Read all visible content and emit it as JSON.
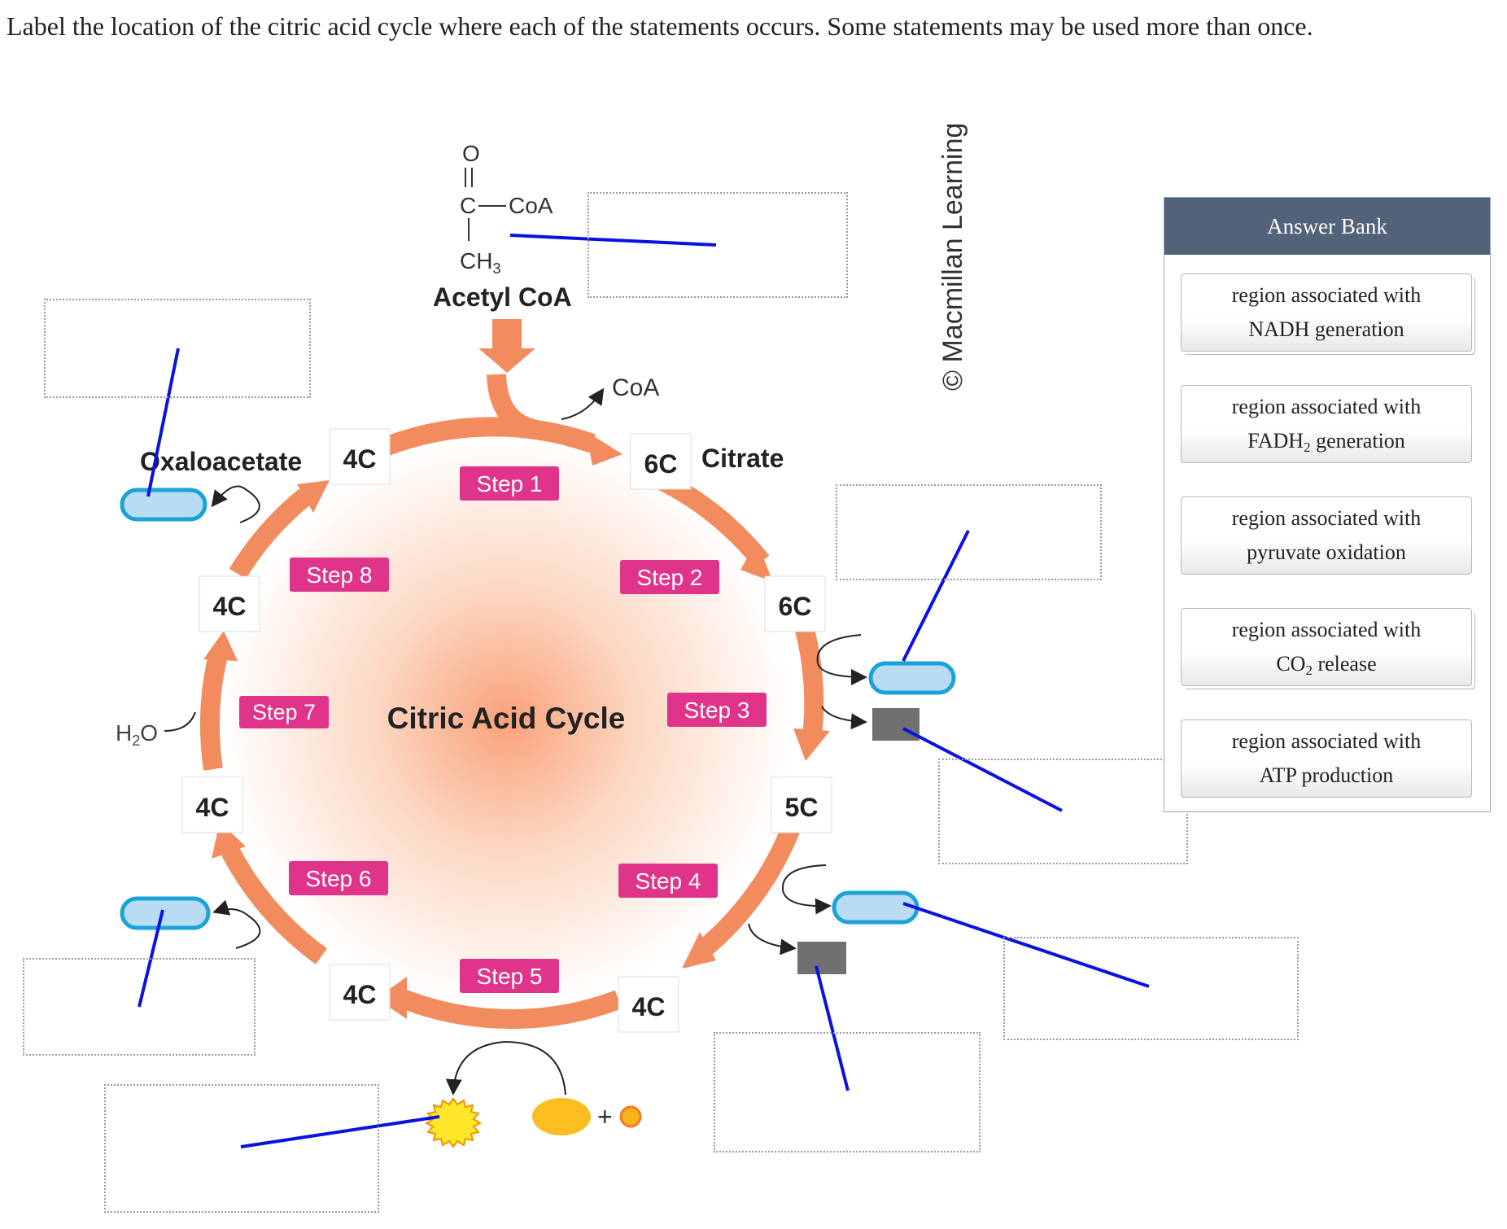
{
  "instructions": "Label the location of the citric acid cycle where each of the statements occurs. Some statements may be used more than once.",
  "copyright": "© Macmillan Learning",
  "answer_bank": {
    "title": "Answer Bank",
    "items": [
      {
        "line1": "region associated with",
        "line2": "NADH generation"
      },
      {
        "line1": "region associated with",
        "line2_pre": "FADH",
        "line2_sub": "2",
        "line2_post": " generation"
      },
      {
        "line1": "region associated with",
        "line2": "pyruvate oxidation"
      },
      {
        "line1": "region associated with",
        "line2_pre": "CO",
        "line2_sub": "2",
        "line2_post": " release"
      },
      {
        "line1": "region associated with",
        "line2": "ATP production"
      }
    ]
  },
  "diagram": {
    "center_title": "Citric Acid Cycle",
    "acetyl": {
      "o": "O",
      "c": "C",
      "coa": "CoA",
      "ch": "CH",
      "ch_sub": "3",
      "name": "Acetyl CoA"
    },
    "coa_release": "CoA",
    "water": {
      "h": "H",
      "sub": "2",
      "o": "O"
    },
    "molecules": {
      "oxaloacetate": "Oxaloacetate",
      "citrate": "Citrate"
    },
    "carbon_boxes": [
      "4C",
      "6C",
      "6C",
      "5C",
      "4C",
      "4C",
      "4C",
      "4C"
    ],
    "steps": [
      "Step 1",
      "Step 2",
      "Step 3",
      "Step 4",
      "Step 5",
      "Step 6",
      "Step 7",
      "Step 8"
    ],
    "plus": "+"
  },
  "colors": {
    "arrow": "#f28c5e",
    "step_badge": "#e0338a",
    "header": "#526279",
    "carrier_fill": "#b9dcf2",
    "carrier_stroke": "#1aa3d8",
    "co2_box": "#707070",
    "leader_line": "#0a12e0",
    "atp_burst": "#ffe628",
    "atp_burst_stroke": "#f39200",
    "adp_fill": "#fbbd20"
  }
}
